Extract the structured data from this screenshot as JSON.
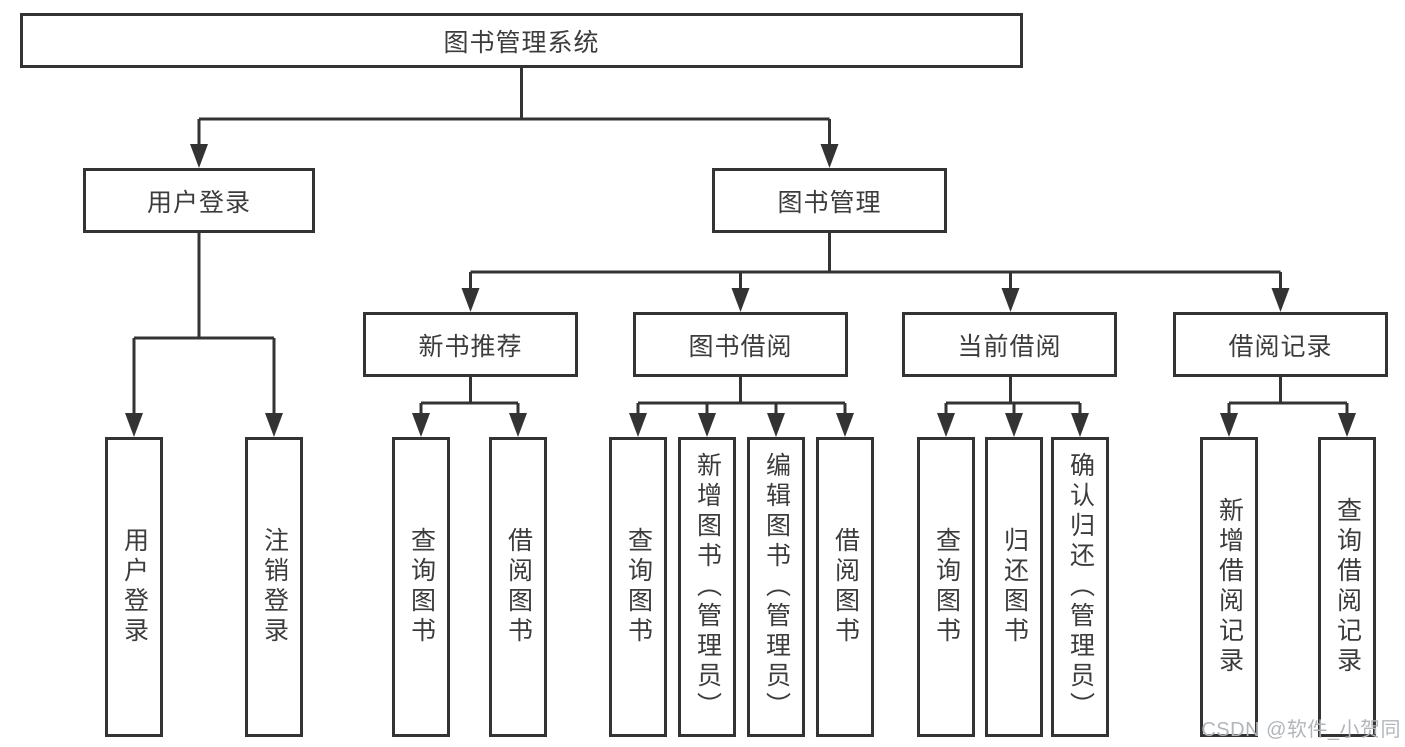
{
  "watermark": "CSDN @软件_小贺同学",
  "colors": {
    "line": "#333333",
    "box_border": "#333333",
    "text": "#3c3c3c",
    "watermark": "#b2b6ba",
    "background": "#ffffff"
  },
  "tree": {
    "root": {
      "label": "图书管理系统"
    },
    "branches": [
      {
        "label": "用户登录",
        "children": [
          {
            "label": "用户登录"
          },
          {
            "label": "注销登录"
          }
        ]
      },
      {
        "label": "图书管理",
        "children": [
          {
            "label": "新书推荐",
            "children": [
              {
                "label": "查询图书"
              },
              {
                "label": "借阅图书"
              }
            ]
          },
          {
            "label": "图书借阅",
            "children": [
              {
                "label": "查询图书"
              },
              {
                "label": "新增图书（管理员）"
              },
              {
                "label": "编辑图书（管理员）"
              },
              {
                "label": "借阅图书"
              }
            ]
          },
          {
            "label": "当前借阅",
            "children": [
              {
                "label": "查询图书"
              },
              {
                "label": "归还图书"
              },
              {
                "label": "确认归还（管理员）"
              }
            ]
          },
          {
            "label": "借阅记录",
            "children": [
              {
                "label": "新增借阅记录"
              },
              {
                "label": "查询借阅记录"
              }
            ]
          }
        ]
      }
    ]
  }
}
